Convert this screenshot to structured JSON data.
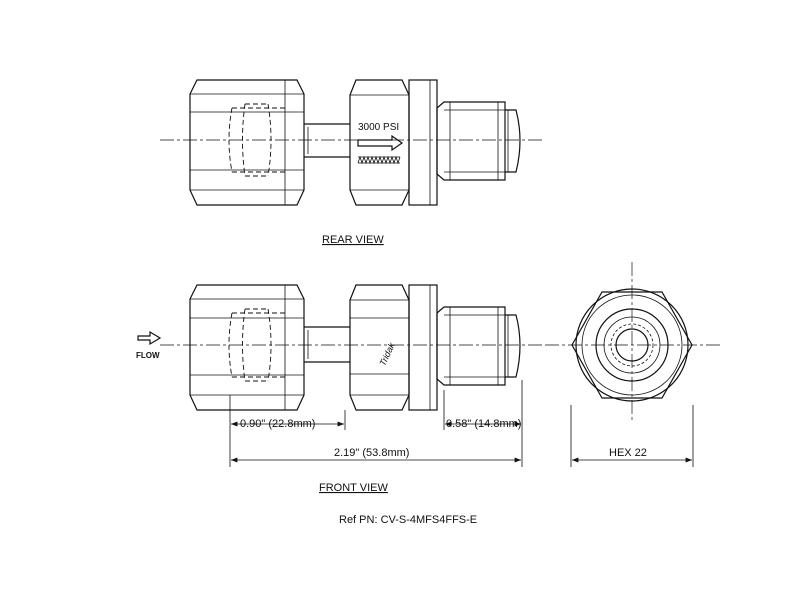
{
  "views": {
    "rear_title": "REAR VIEW",
    "front_title": "FRONT VIEW"
  },
  "body_markings": {
    "pressure": "3000 PSI",
    "brand": "Tridak"
  },
  "flow_label": "FLOW",
  "dimensions": {
    "dim_090": "0.90\" (22.8mm)",
    "dim_058": "0.58\" (14.8mm)",
    "dim_219": "2.19\" (53.8mm)",
    "hex": "HEX 22"
  },
  "ref_pn": "Ref PN: CV-S-4MFS4FFS-E"
}
